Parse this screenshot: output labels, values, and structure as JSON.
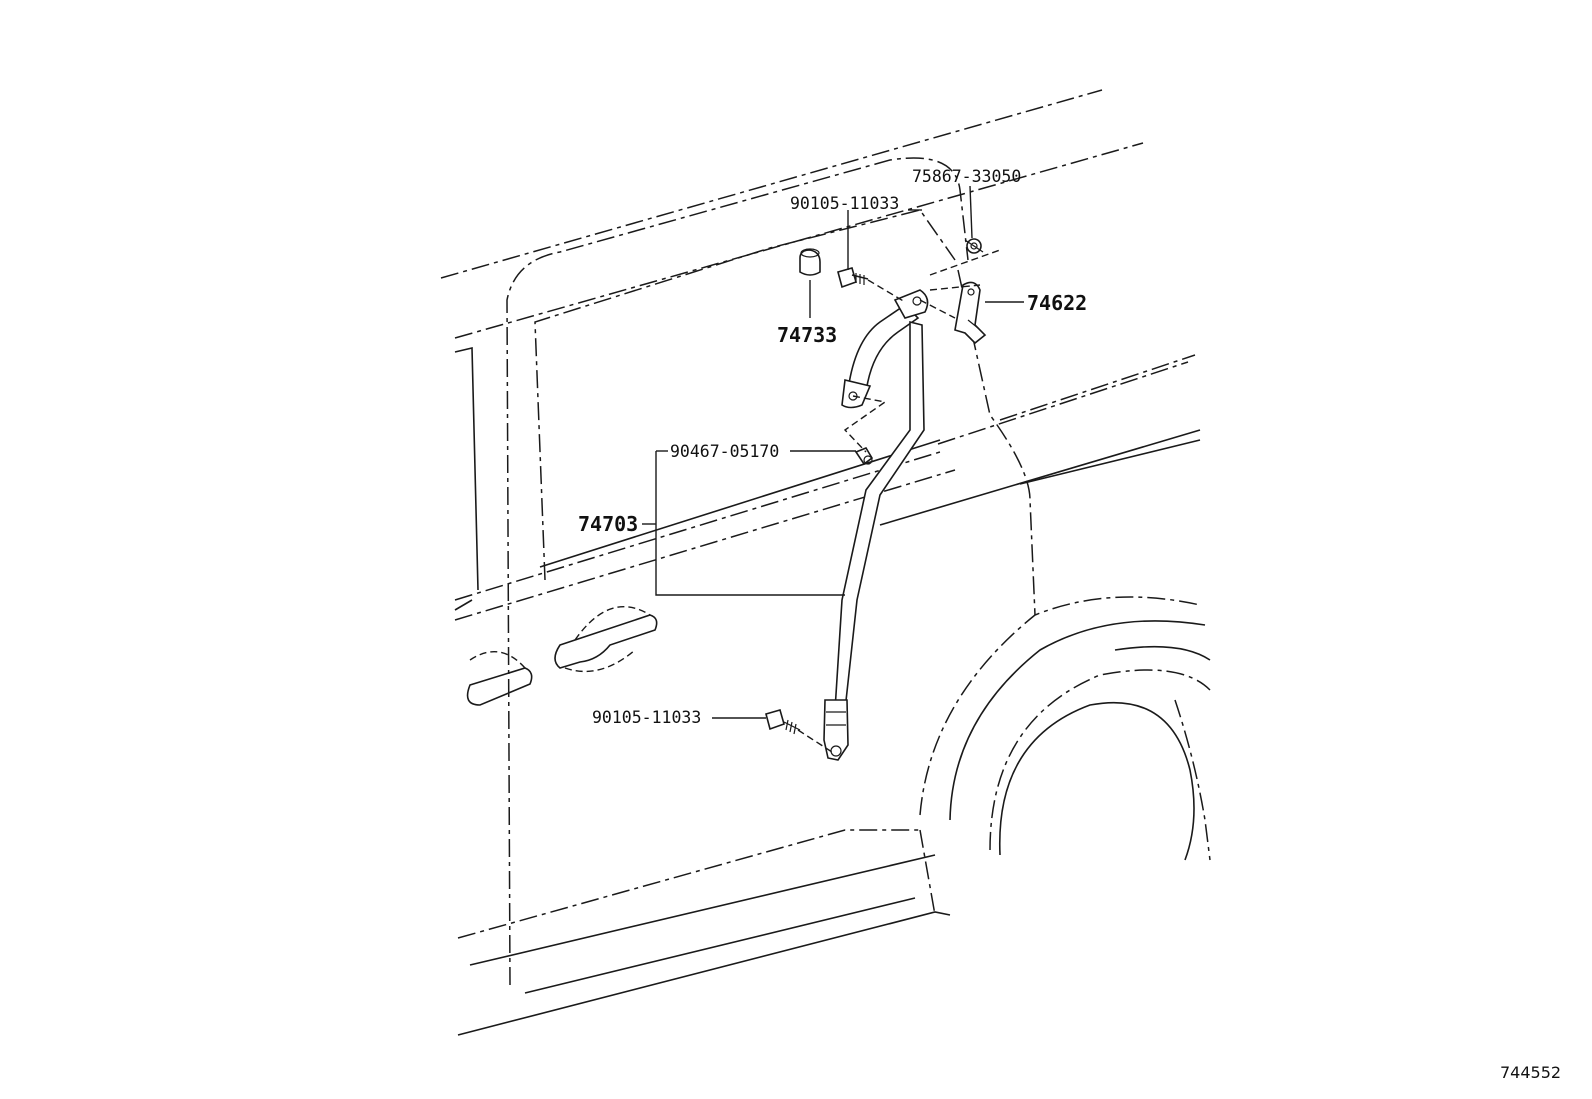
{
  "parts": {
    "p75867": "75867-33050",
    "p90105_top": "90105-11033",
    "p74622": "74622",
    "p74733": "74733",
    "p90467": "90467-05170",
    "p74703": "74703",
    "p90105_bottom": "90105-11033"
  },
  "figure_number": "744552"
}
